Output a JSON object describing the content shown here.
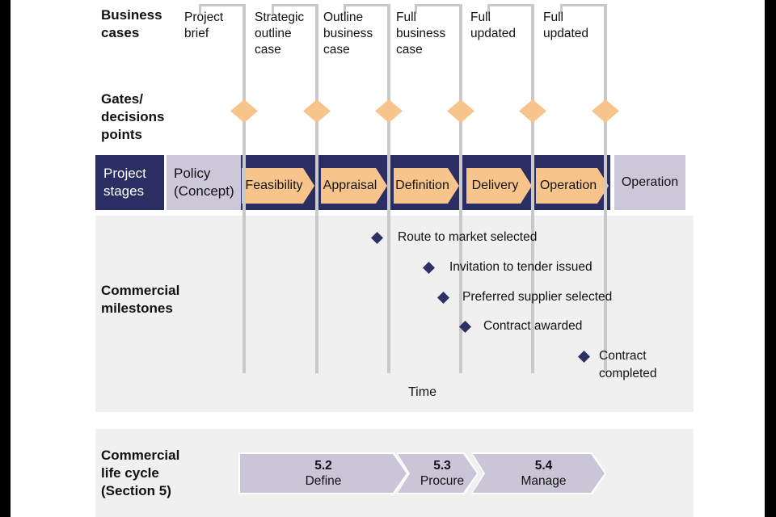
{
  "row_labels": {
    "business_cases": "Business\ncases",
    "gates": "Gates/\ndecisions\npoints",
    "commercial_milestones": "Commercial\nmilestones",
    "lifecycle": "Commercial\nlife cycle\n(Section 5)"
  },
  "business_cases": [
    "Project brief",
    "Strategic outline case",
    "Outline business case",
    "Full business case",
    "Full updated",
    "Full updated"
  ],
  "gates_count": 6,
  "stages": {
    "header": "Project stages",
    "start": "Policy (Concept)",
    "arrows": [
      "Feasibility",
      "Appraisal",
      "Definition",
      "Delivery",
      "Operation"
    ],
    "end": "Operation"
  },
  "milestones": [
    "Route to market selected",
    "Invitation to tender issued",
    "Preferred supplier selected",
    "Contract awarded",
    "Contract completed"
  ],
  "time_label": "Time",
  "lifecycle_steps": [
    {
      "num": "5.2",
      "name": "Define"
    },
    {
      "num": "5.3",
      "name": "Procure"
    },
    {
      "num": "5.4",
      "name": "Manage"
    }
  ],
  "colors": {
    "navy": "#2b2e63",
    "lavender": "#ccc7d9",
    "orange": "#f7c58c",
    "section_bg": "#f1f0f1",
    "bracket_line": "#c9c9c9",
    "milestone_diamond": "#2d3064"
  }
}
